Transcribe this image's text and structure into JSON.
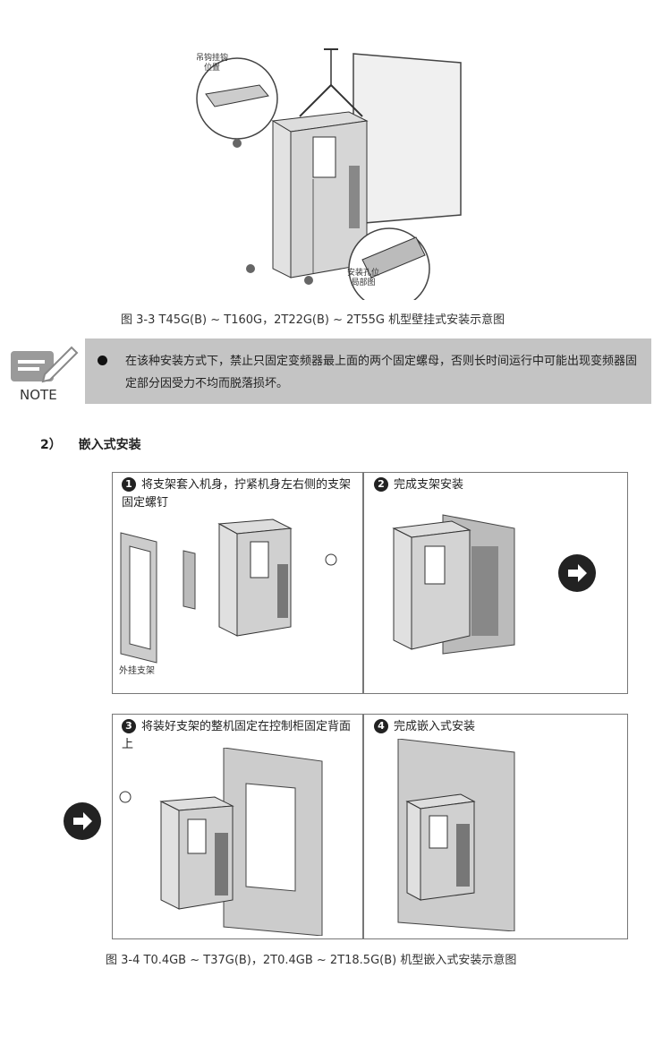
{
  "figure1": {
    "callout_hook": [
      "吊钩挂钩",
      "位置"
    ],
    "callout_hole": [
      "安装孔位",
      "局部图"
    ],
    "caption": "图 3-3  T45G(B) ~ T160G，2T22G(B) ~ 2T55G 机型壁挂式安装示意图"
  },
  "note": {
    "icon_label": "NOTE",
    "text": "在该种安装方式下，禁止只固定变频器最上面的两个固定螺母，否则长时间运行中可能出现变频器固定部分因受力不均而脱落损坏。"
  },
  "section": {
    "number": "2）",
    "title": "嵌入式安装"
  },
  "figure2": {
    "steps": [
      {
        "num": "1",
        "text": "将支架套入机身，拧紧机身左右侧的支架固定螺钉"
      },
      {
        "num": "2",
        "text": "完成支架安装"
      },
      {
        "num": "3",
        "text": "将装好支架的整机固定在控制柜固定背面上"
      },
      {
        "num": "4",
        "text": "完成嵌入式安装"
      }
    ],
    "bracket_label": "外挂支架",
    "caption": "图 3-4  T0.4GB ~ T37G(B)，2T0.4GB ~ 2T18.5G(B) 机型嵌入式安装示意图"
  }
}
